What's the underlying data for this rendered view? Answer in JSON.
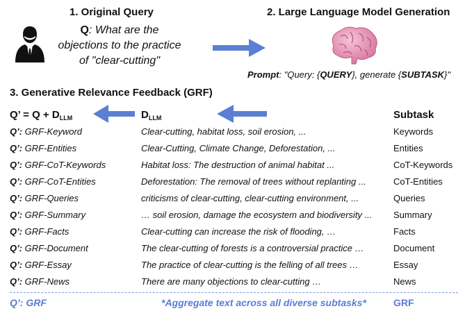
{
  "step1": {
    "title": "1. Original Query",
    "query_label": "Q",
    "query_line1": ": What are the",
    "query_line2": "objections to the practice",
    "query_line3": "of \"clear-cutting\""
  },
  "step2": {
    "title": "2. Large Language Model Generation",
    "prompt_label": "Prompt",
    "prompt_text_pre": ": \"Query: {",
    "prompt_query": "QUERY",
    "prompt_text_mid": "}, generate {",
    "prompt_subtask": "SUBTASK",
    "prompt_text_post": "}\""
  },
  "step3": {
    "title": "3. Generative Relevance Feedback (GRF)"
  },
  "columns": {
    "qprime_main": "Q’ = Q + D",
    "qprime_sub": "LLM",
    "dllm_main": "D",
    "dllm_sub": "LLM",
    "subtask": "Subtask"
  },
  "rows": [
    {
      "prefix": "Q’:",
      "name": " GRF-Keyword",
      "text": "Clear-cutting, habitat loss, soil erosion, ...",
      "task": "Keywords"
    },
    {
      "prefix": "Q’:",
      "name": " GRF-Entities",
      "text": "Clear-Cutting, Climate Change, Deforestation, ...",
      "task": "Entities"
    },
    {
      "prefix": "Q’:",
      "name": " GRF-CoT-Keywords",
      "text": "Habitat loss: The destruction of animal habitat ...",
      "task": "CoT-Keywords"
    },
    {
      "prefix": "Q’:",
      "name": " GRF-CoT-Entities",
      "text": "Deforestation: The removal of trees without replanting ...",
      "task": "CoT-Entities"
    },
    {
      "prefix": "Q’:",
      "name": " GRF-Queries",
      "text": "criticisms of clear-cutting, clear-cutting environment, ...",
      "task": "Queries"
    },
    {
      "prefix": "Q’:",
      "name": " GRF-Summary",
      "text": "… soil erosion, damage the ecosystem and biodiversity ...",
      "task": "Summary"
    },
    {
      "prefix": "Q’:",
      "name": " GRF-Facts",
      "text": "Clear-cutting can increase the risk of flooding, …",
      "task": "Facts"
    },
    {
      "prefix": "Q’:",
      "name": " GRF-Document",
      "text": "The clear-cutting of forests is a controversial practice …",
      "task": "Document"
    },
    {
      "prefix": "Q’:",
      "name": " GRF-Essay",
      "text": "The practice of clear-cutting is the felling of all trees …",
      "task": "Essay"
    },
    {
      "prefix": "Q’:",
      "name": " GRF-News",
      "text": "There are many objections to clear-cutting …",
      "task": "News"
    }
  ],
  "final_row": {
    "label": "Q’: GRF",
    "text": "*Aggregate text across all diverse subtasks*",
    "task": "GRF"
  },
  "colors": {
    "arrow": "#5b7fd4",
    "accent": "#5c7bd9",
    "brain": "#e58fb1"
  },
  "icons": {
    "person": "user-with-tie-icon",
    "brain": "brain-icon"
  }
}
